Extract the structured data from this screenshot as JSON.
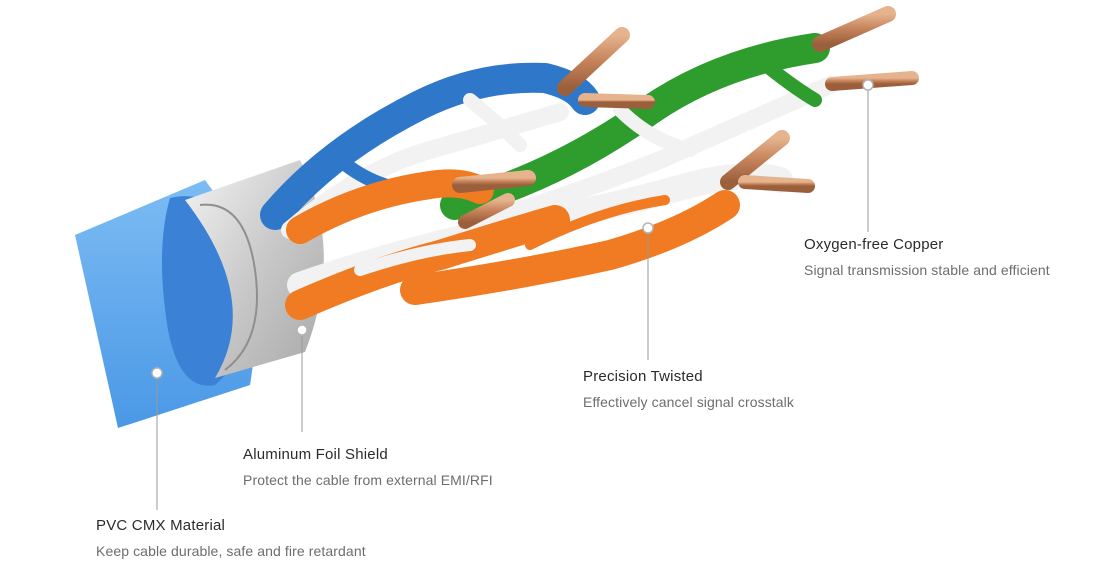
{
  "colors": {
    "jacket": "#5aa6ec",
    "jacket_dark": "#3b82d6",
    "foil": "#d3d3d3",
    "blue": "#2f78c9",
    "green": "#2e9d2e",
    "orange": "#f07b22",
    "white_wire": "#f2f2f2",
    "copper": "#c98a5e",
    "leader": "#9a9a9a"
  },
  "callouts": [
    {
      "id": "copper",
      "title": "Oxygen-free Copper",
      "subtitle": "Signal transmission stable and efficient"
    },
    {
      "id": "twisted",
      "title": "Precision Twisted",
      "subtitle": "Effectively cancel signal crosstalk"
    },
    {
      "id": "foil",
      "title": "Aluminum Foil Shield",
      "subtitle": "Protect the cable from external EMI/RFI"
    },
    {
      "id": "pvc",
      "title": "PVC CMX Material",
      "subtitle": "Keep cable durable, safe and fire retardant"
    }
  ]
}
